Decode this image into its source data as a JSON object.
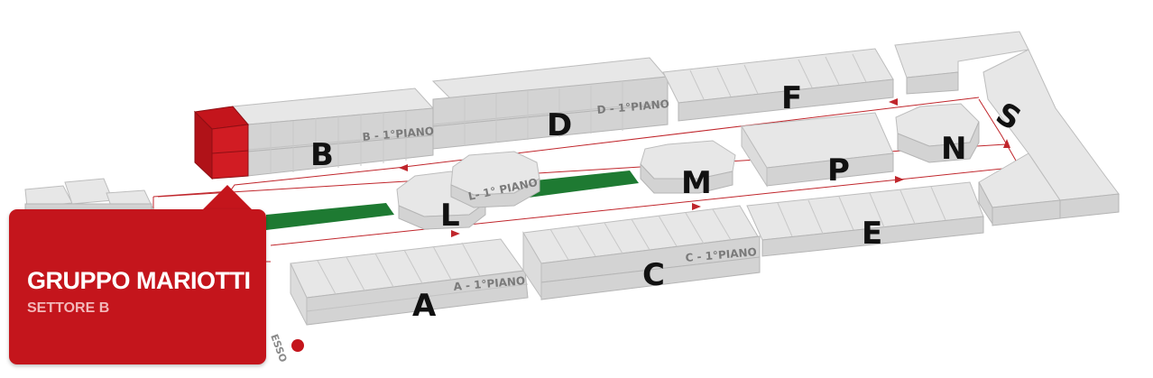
{
  "map": {
    "sectors": {
      "A": "A",
      "B": "B",
      "C": "C",
      "D": "D",
      "E": "E",
      "F": "F",
      "L": "L",
      "M": "M",
      "N": "N",
      "P": "P",
      "S": "S"
    },
    "floors": {
      "A": "A - 1°PIANO",
      "B": "B - 1°PIANO",
      "C": "C - 1°PIANO",
      "D": "D - 1°PIANO",
      "L": "L- 1° PIANO"
    },
    "entrance_label": "ESSO",
    "colors": {
      "highlight": "#c4151c",
      "green_strip": "#1e7a32",
      "route": "#c0262c",
      "block_top": "#e7e7e7",
      "block_front": "#d3d3d3"
    }
  },
  "info": {
    "title": "GRUPPO MARIOTTI",
    "subtitle": "SETTORE B"
  }
}
